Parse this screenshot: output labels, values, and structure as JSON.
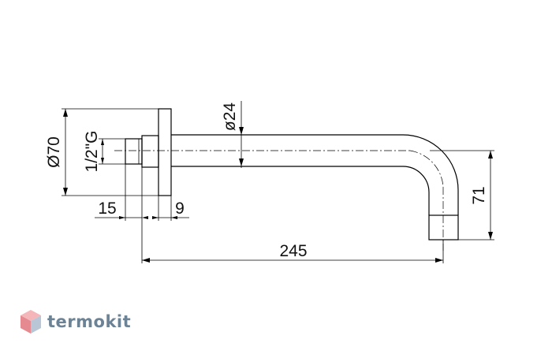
{
  "drawing": {
    "dimensions": {
      "flange_diameter": "Ø70",
      "thread": "1/2\"G",
      "pipe_diameter": "ø24",
      "thread_length": "15",
      "flange_thickness": "9",
      "projection": "245",
      "drop": "71"
    }
  },
  "brand": {
    "name": "termokit",
    "colors": {
      "top": "#f4b6b9",
      "left": "#e58a91",
      "right": "#b9c6d6",
      "text": "#6c8295"
    }
  }
}
